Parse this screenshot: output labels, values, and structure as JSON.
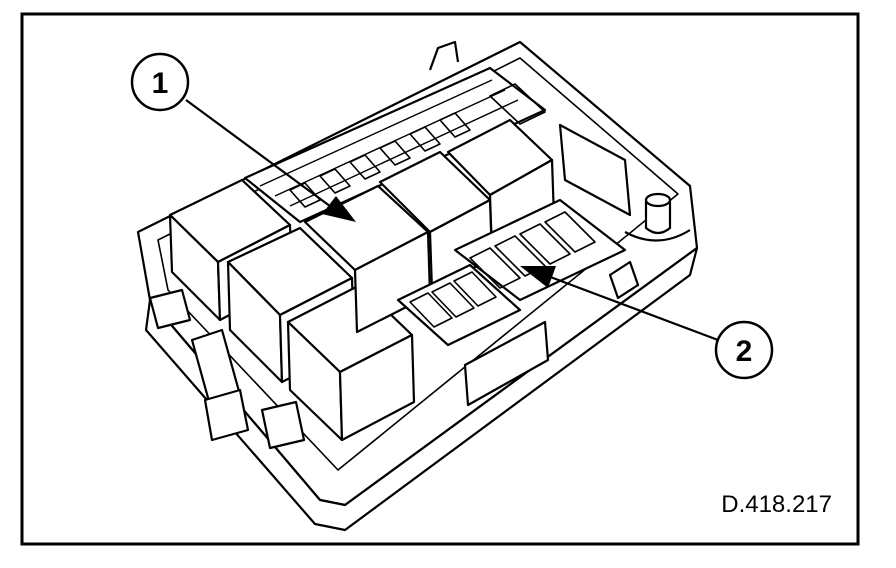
{
  "callouts": [
    {
      "label": "1"
    },
    {
      "label": "2"
    }
  ],
  "drawing_ref": "D.418.217"
}
